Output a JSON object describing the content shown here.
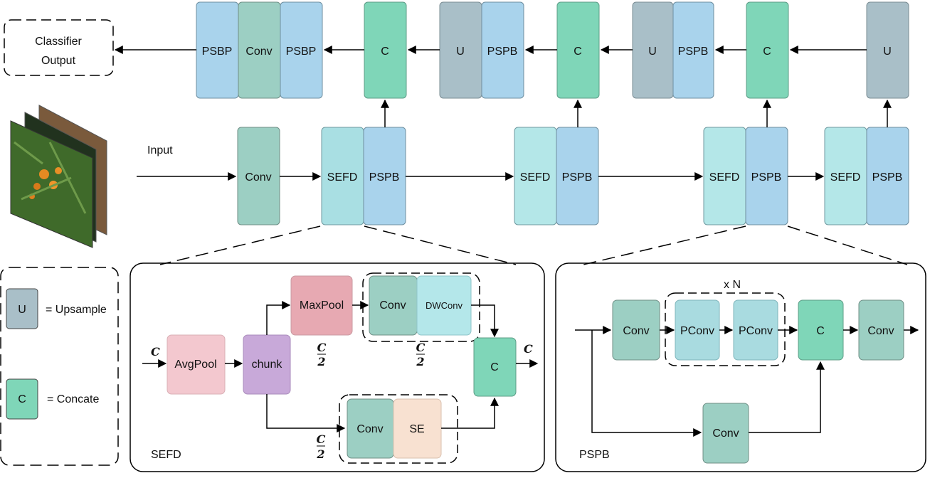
{
  "colors": {
    "psb_blue": "#a9d3ec",
    "conv_green": "#9ccfc3",
    "concat_green": "#7fd6b8",
    "upsample_gray": "#a9bfc8",
    "sefd_cyan": "#a9e1e3",
    "avgpool_pink": "#f3c8cf",
    "maxpool_rose": "#e7a9b2",
    "chunk_purple": "#c8a9d9",
    "se_peach": "#f8e1d1",
    "dwconv_cyan": "#b4e7ea"
  },
  "top": {
    "output": "Classifier\nOutput",
    "input_label": "Input",
    "row1": {
      "b1": "PSBP",
      "b2": "Conv",
      "b3": "PSBP",
      "c1": "C",
      "u1": "U",
      "p1": "PSPB",
      "c2": "C",
      "u2": "U",
      "p2": "PSPB",
      "c3": "C",
      "u3": "U"
    },
    "row2": {
      "conv": "Conv",
      "sefd1": "SEFD",
      "pspb1": "PSPB",
      "sefd2": "SEFD",
      "pspb2": "PSPB",
      "sefd3": "SEFD",
      "pspb3": "PSPB",
      "sefd4": "SEFD",
      "pspb4": "PSPB"
    }
  },
  "legend": {
    "u_box": "U",
    "u_text": "= Upsample",
    "c_box": "C",
    "c_text": "= Concate"
  },
  "sefd": {
    "title": "SEFD",
    "c_in": "C",
    "c_out": "C",
    "avgpool": "AvgPool",
    "chunk": "chunk",
    "maxpool": "MaxPool",
    "conv1": "Conv",
    "dwconv": "DWConv",
    "conv2": "Conv",
    "se": "SE",
    "concat": "C",
    "frac_num": "C",
    "frac_den": "2"
  },
  "pspb": {
    "title": "PSPB",
    "repeat": "x N",
    "conv1": "Conv",
    "pconv1": "PConv",
    "pconv2": "PConv",
    "concat": "C",
    "conv2": "Conv",
    "conv3": "Conv"
  }
}
